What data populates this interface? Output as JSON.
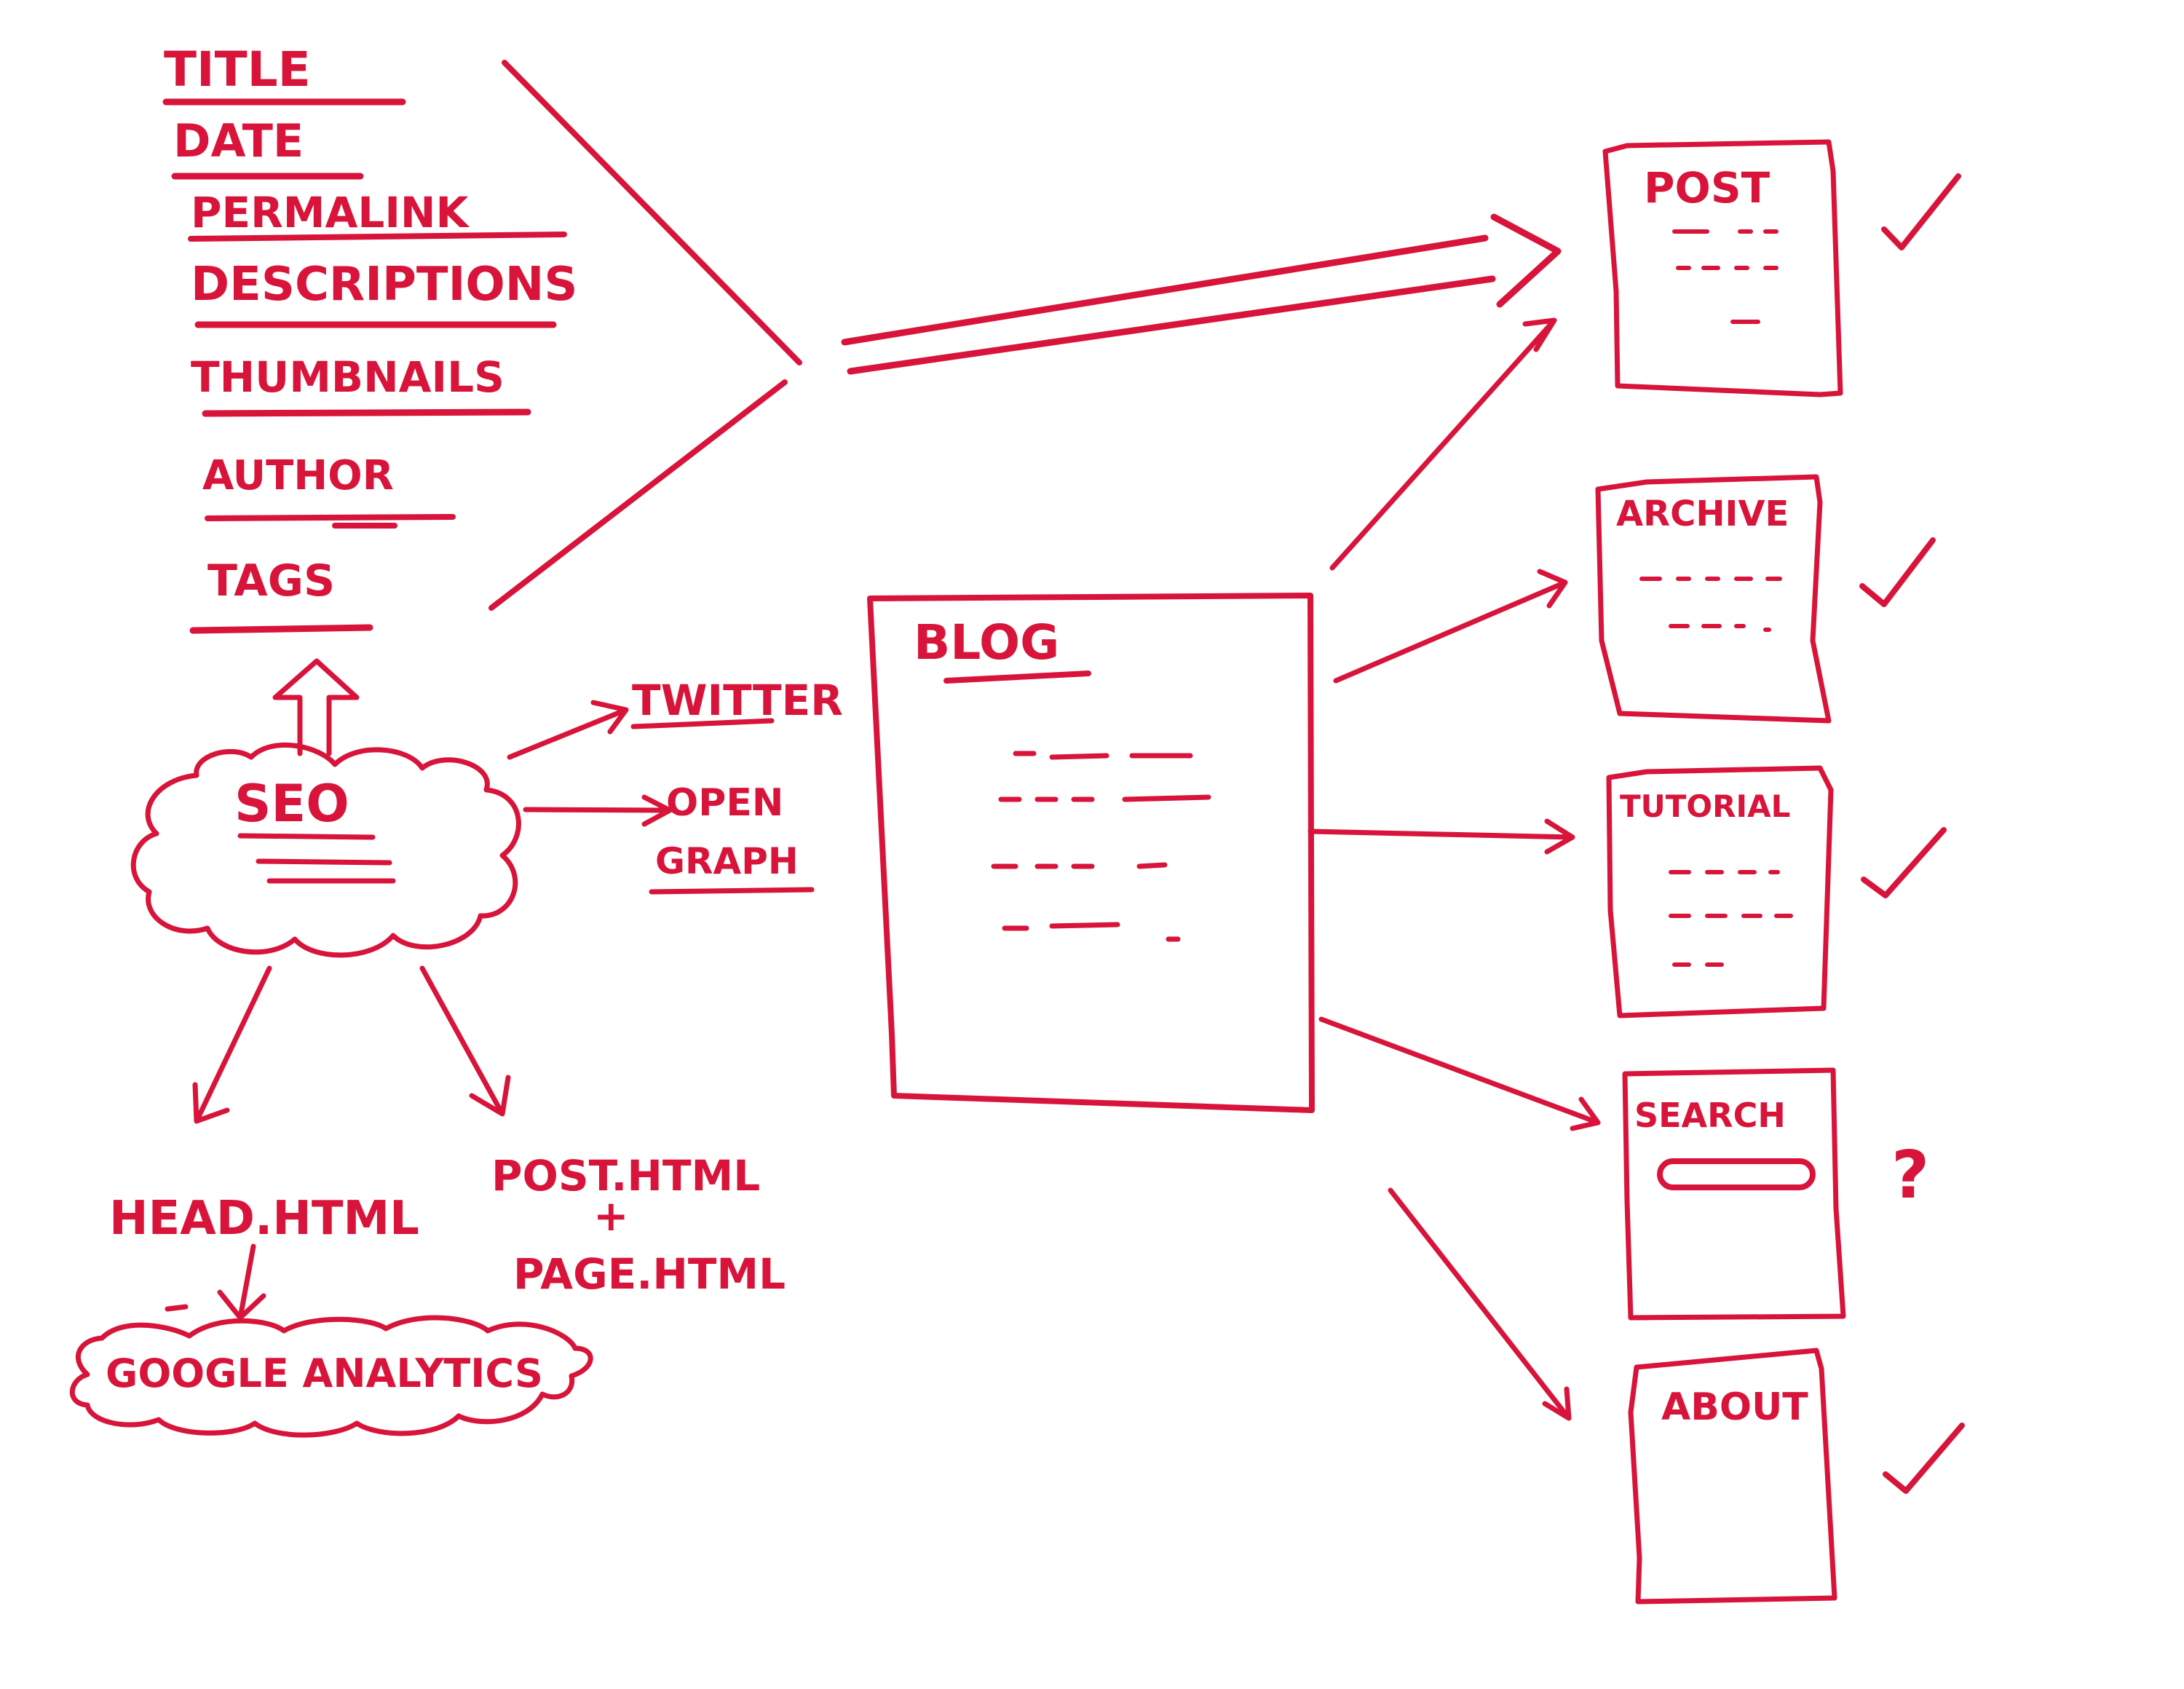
{
  "seo_fields": [
    "TITLE",
    "DATE",
    "PERMALINK",
    "DESCRIPTIONS",
    "THUMBNAILS",
    "AUTHOR",
    "TAGS"
  ],
  "seo": "SEO",
  "twitter": "TWITTER",
  "open_graph": [
    "OPEN",
    "GRAPH"
  ],
  "head_html": "HEAD.HTML",
  "post_html": "POST.HTML",
  "plus": "+",
  "page_html": "PAGE.HTML",
  "google_analytics": "GOOGLE ANALYTICS",
  "blog": "BLOG",
  "pages": [
    {
      "name": "POST",
      "status": "✓"
    },
    {
      "name": "ARCHIVE",
      "status": "✓"
    },
    {
      "name": "TUTORIAL",
      "status": "✓"
    },
    {
      "name": "SEARCH",
      "status": "?"
    },
    {
      "name": "ABOUT",
      "status": "✓"
    }
  ],
  "colors": {
    "ink": "#d8143a",
    "paper": "#ffffff"
  }
}
